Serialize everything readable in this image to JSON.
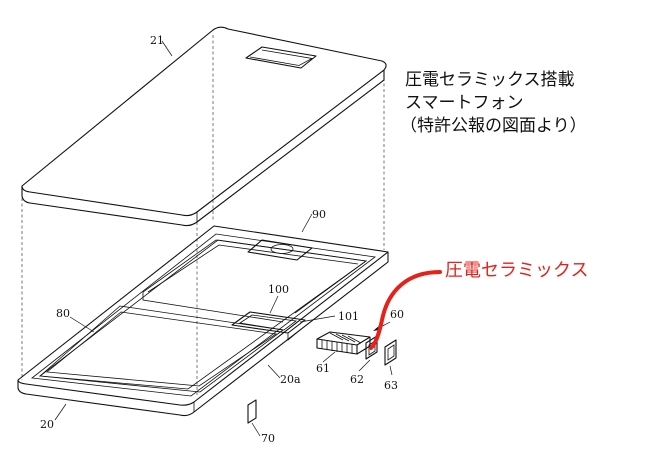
{
  "caption": {
    "line1": "圧電セラミックス搭載",
    "line2": "スマートフォン",
    "line3": "（特許公報の図面より）"
  },
  "highlight": {
    "label": "圧電セラミックス",
    "color": "#e8201a"
  },
  "refs": {
    "r21": "21",
    "r90": "90",
    "r100": "100",
    "r101": "101",
    "r80": "80",
    "r60": "60",
    "r61": "61",
    "r62": "62",
    "r63": "63",
    "r20a": "20a",
    "r20": "20",
    "r70": "70"
  }
}
